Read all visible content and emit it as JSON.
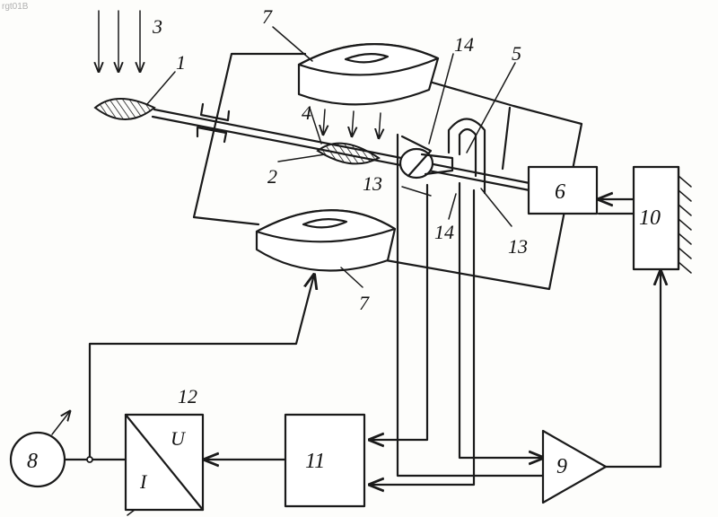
{
  "corner_text": "rgt01B",
  "labels": {
    "l1": "1",
    "l2": "2",
    "l3": "3",
    "l4": "4",
    "l5": "5",
    "l6": "6",
    "l7a": "7",
    "l7b": "7",
    "l8": "8",
    "l9": "9",
    "l10": "10",
    "l11": "11",
    "l12": "12",
    "l13a": "13",
    "l13b": "13",
    "l14a": "14",
    "l14b": "14",
    "u": "U",
    "i": "I"
  },
  "colors": {
    "ink": "#1a1a1a",
    "paper": "#fdfdfb"
  }
}
